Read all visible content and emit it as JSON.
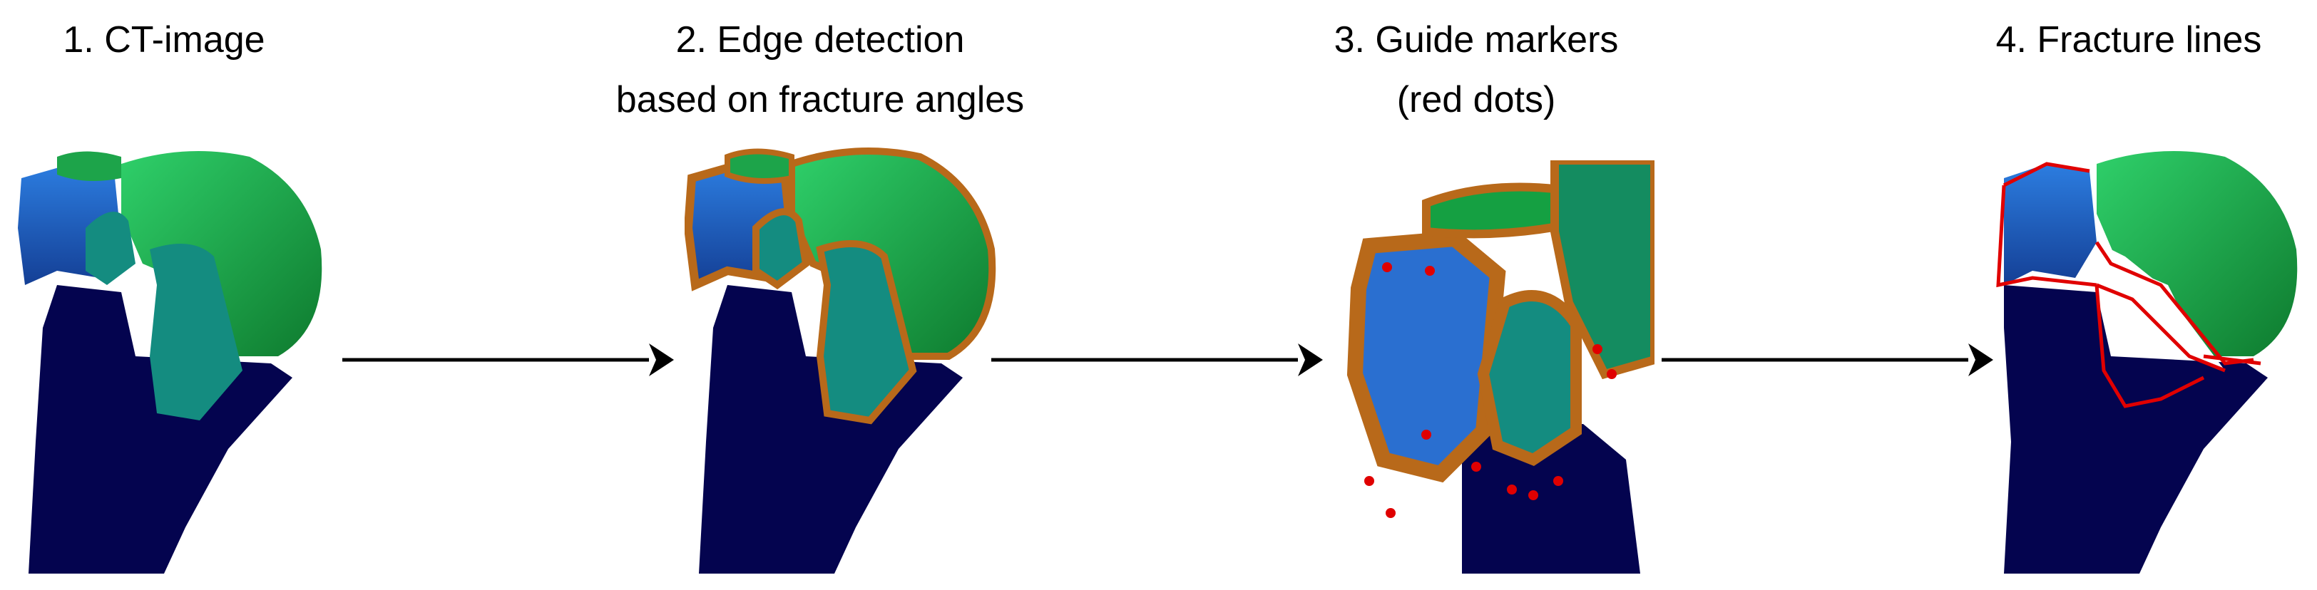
{
  "steps": [
    {
      "title_line1": "1. CT-image",
      "title_line2": ""
    },
    {
      "title_line1": "2. Edge detection",
      "title_line2": "based on fracture angles"
    },
    {
      "title_line1": "3. Guide markers",
      "title_line2": "(red dots)"
    },
    {
      "title_line1": "4. Fracture lines",
      "title_line2": ""
    }
  ],
  "colors": {
    "shaft": "#04044f",
    "head_green": "#149a3c",
    "fragment_teal": "#148c80",
    "fragment_blue": "#1e5fc0",
    "edge_orange": "#b8691a",
    "marker_red": "#e00000"
  }
}
